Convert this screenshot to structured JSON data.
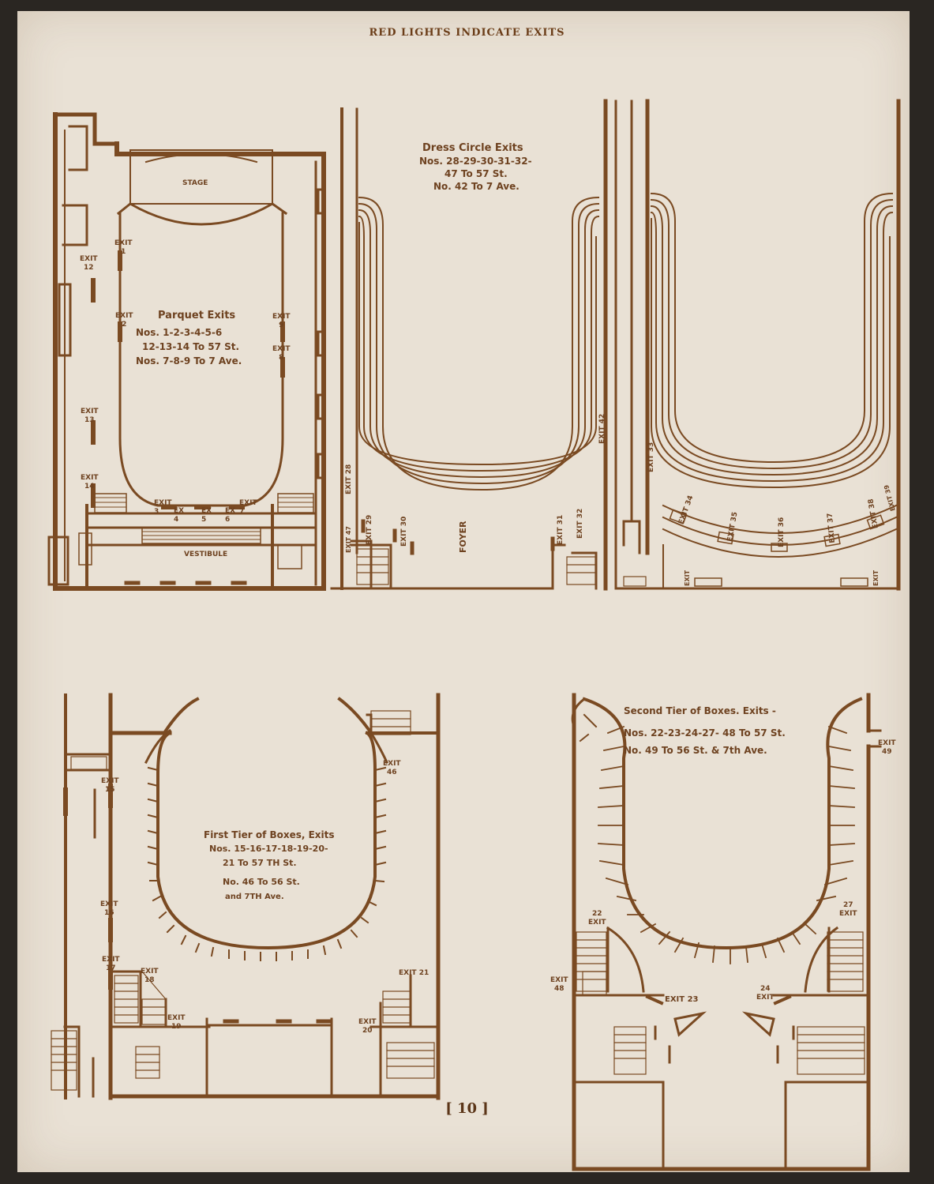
{
  "header": "RED LIGHTS INDICATE EXITS",
  "page_number": "[ 10 ]",
  "colors": {
    "paper": "#e9e1d5",
    "ink": "#7a4a22",
    "background": "#2a2622"
  },
  "parquet": {
    "title": "Parquet Exits",
    "line1": "Nos. 1-2-3-4-5-6",
    "line2": "12-13-14 To 57 St.",
    "line3": "Nos. 7-8-9 To 7 Ave.",
    "stage": "STAGE",
    "vestibule": "VESTIBULE",
    "exits": {
      "e1": "EXIT\n1",
      "e2": "EXIT\n2",
      "e3": "EXIT\n3",
      "e4": "EX\n4",
      "e5": "EX\n5",
      "e6": "EX\n6",
      "e7": "EXIT\n7",
      "e8": "EXIT\n8",
      "e9": "EXIT\n9",
      "e12": "EXIT\n12",
      "e13": "EXIT\n13",
      "e14": "EXIT\n14"
    }
  },
  "dress_circle": {
    "title": "Dress Circle Exits",
    "line1": "Nos. 28-29-30-31-32-",
    "line2": "47 To 57 St.",
    "line3": "No. 42 To 7 Ave.",
    "foyer": "FOYER",
    "exits": {
      "e28": "EXIT 28",
      "e29": "EXIT 29",
      "e30": "EXIT 30",
      "e31": "EXIT 31",
      "e32": "EXIT 32",
      "e33": "EXIT 33",
      "e34": "EXIT 34",
      "e35": "EXIT 35",
      "e36": "EXIT 36",
      "e37": "EXIT 37",
      "e38": "EXIT 38",
      "e39": "EXIT 39",
      "e42": "EXIT 42",
      "e47": "EXIT 47",
      "eL": "EXIT",
      "eR": "EXIT"
    }
  },
  "first_tier": {
    "title": "First Tier of Boxes, Exits",
    "line1": "Nos. 15-16-17-18-19-20-",
    "line2": "21 To 57 TH St.",
    "line3": "No. 46 To 56 St.",
    "line4": "and 7TH Ave.",
    "exits": {
      "e15": "EXIT\n15",
      "e16": "EXIT\n16",
      "e17": "EXIT\n17",
      "e18": "EXIT\n18",
      "e19": "EXIT\n19",
      "e20": "EXIT\n20",
      "e21": "EXIT 21",
      "e46": "EXIT\n46"
    }
  },
  "second_tier": {
    "title": "Second Tier of Boxes. Exits -",
    "line1": "Nos. 22-23-24-27- 48 To 57 St.",
    "line2": "No. 49 To 56 St. & 7th Ave.",
    "exits": {
      "e22": "22\nEXIT",
      "e23": "EXIT 23",
      "e24": "24\nEXIT",
      "e27": "27\nEXIT",
      "e48": "EXIT\n48",
      "e49": "EXIT\n49"
    }
  }
}
